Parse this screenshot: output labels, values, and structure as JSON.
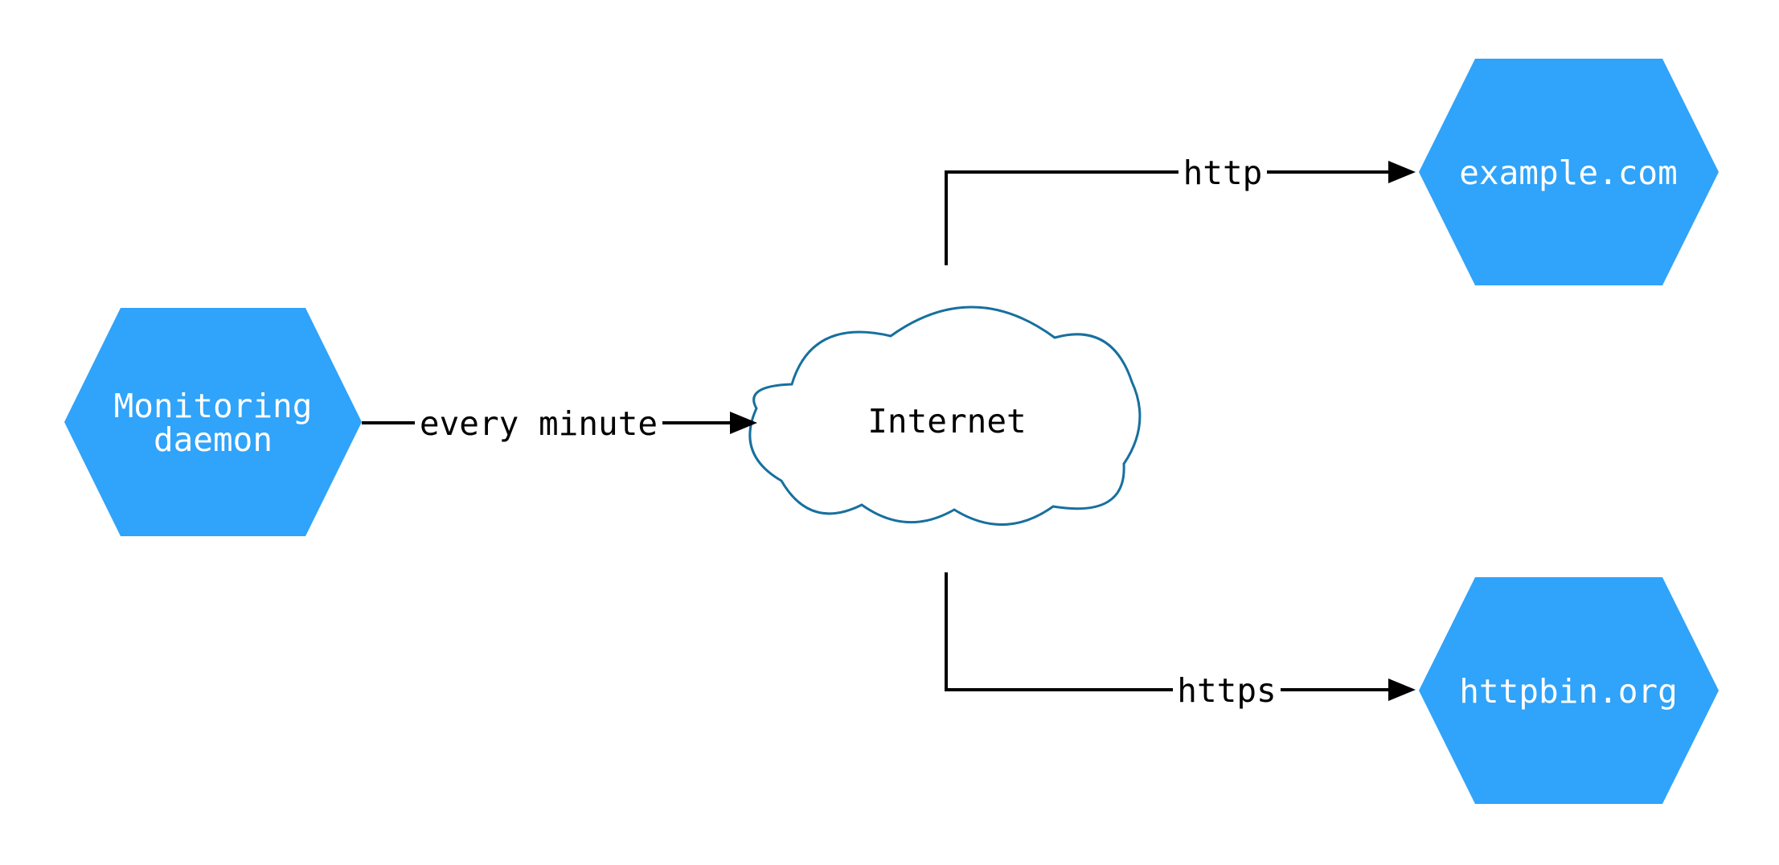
{
  "diagram": {
    "nodes": {
      "monitoring_daemon": {
        "line1": "Monitoring",
        "line2": "daemon"
      },
      "internet": {
        "label": "Internet"
      },
      "example_com": {
        "label": "example.com"
      },
      "httpbin_org": {
        "label": "httpbin.org"
      }
    },
    "edges": {
      "every_minute": {
        "label": "every minute"
      },
      "http": {
        "label": "http"
      },
      "https": {
        "label": "https"
      }
    },
    "colors": {
      "background": "#ffffff",
      "hexagon_fill": "#30a3fa",
      "hexagon_text": "#ffffff",
      "cloud_fill": "#ffffff",
      "cloud_stroke": "#17709e",
      "edge_color": "#000000",
      "edge_label_color": "#000000"
    }
  }
}
